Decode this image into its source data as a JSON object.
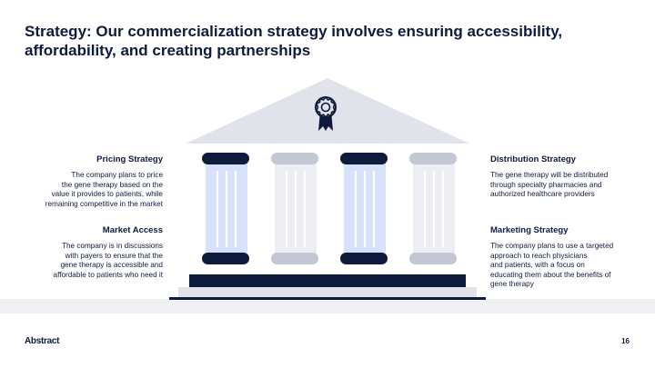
{
  "title": "Strategy: Our commercialization strategy involves ensuring accessibility, affordability, and creating partnerships",
  "left_blocks": [
    {
      "heading": "Pricing Strategy",
      "body": "The company plans to price\nthe gene therapy based on the\nvalue it provides to patients, while\nremaining competitive in the market"
    },
    {
      "heading": "Market Access",
      "body": "The company is in discussions\nwith payers to ensure that the\ngene therapy is accessible and\naffordable to patients who need it"
    }
  ],
  "right_blocks": [
    {
      "heading": "Distribution Strategy",
      "body": "The gene therapy will be distributed\nthrough specialty pharmacies and\nauthorized healthcare providers"
    },
    {
      "heading": "Marketing Strategy",
      "body": "The company plans to use a targeted\napproach to reach physicians\nand patients, with a focus on\neducating them about the benefits of\ngene therapy"
    }
  ],
  "icons": {
    "pediment": "award-badge-icon"
  },
  "colors": {
    "navy": "#0f1b3d",
    "roof": "#e1e3ea",
    "column_blue": "#d8e1fa",
    "column_gray": "#eceef3",
    "cap_gray": "#c3c8d4"
  },
  "footer": {
    "logo": "Abstract",
    "page": "16"
  }
}
